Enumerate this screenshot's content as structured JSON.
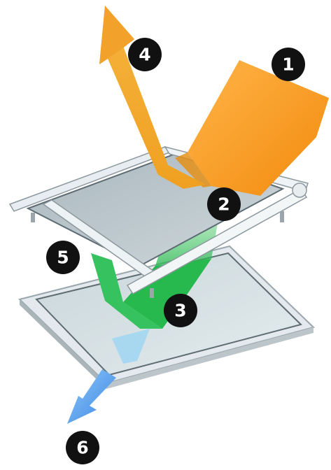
{
  "markers": [
    {
      "id": "1",
      "label": "1"
    },
    {
      "id": "2",
      "label": "2"
    },
    {
      "id": "3",
      "label": "3"
    },
    {
      "id": "4",
      "label": "4"
    },
    {
      "id": "5",
      "label": "5"
    },
    {
      "id": "6",
      "label": "6"
    }
  ],
  "colors": {
    "incident_light": "#f7a21b",
    "reflected_light": "#f5b43a",
    "transmitted_light": "#2fc25a",
    "exit_light": "#4a9af0",
    "frame": "#dfe5ea",
    "glass": "#b9c6cc",
    "marker": "#111111"
  }
}
